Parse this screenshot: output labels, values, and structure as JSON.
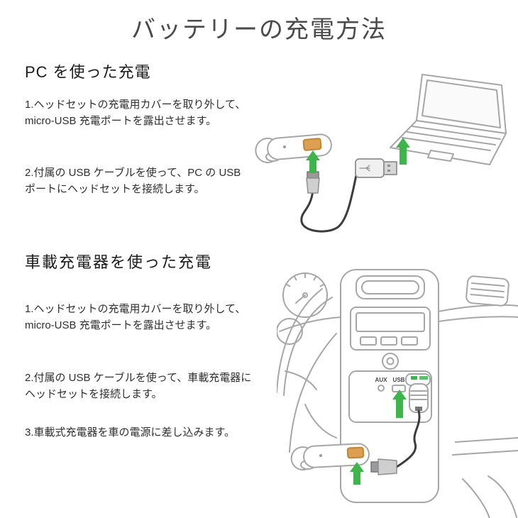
{
  "page": {
    "title": "バッテリーの充電方法"
  },
  "sections": [
    {
      "heading": "PC を使った充電",
      "steps": [
        "1.ヘッドセットの充電用カバーを取り外して、micro-USB 充電ポートを露出させます。",
        "2.付属の USB ケーブルを使って、PC の USB ポートにヘッドセットを接続します。"
      ],
      "illustration": {
        "name": "headset-usb-cable-to-laptop",
        "labels": {}
      }
    },
    {
      "heading": "車載充電器を使った充電",
      "steps": [
        "1.ヘッドセットの充電用カバーを取り外して、micro-USB 充電ポートを露出させます。",
        "2.付属の USB ケーブルを使って、車載充電器にヘッドセットを接続します。",
        "3.車載式充電器を車の電源に差し込みます。"
      ],
      "illustration": {
        "name": "headset-to-car-charger-console",
        "labels": {
          "aux": "AUX",
          "usb": "USB"
        }
      }
    }
  ],
  "colors": {
    "accent_green": "#3db54a",
    "port_orange": "#dd9f50",
    "line_gray": "#a6a6a6",
    "cable_dark": "#3c3c3c",
    "text": "#2e2e2e"
  }
}
